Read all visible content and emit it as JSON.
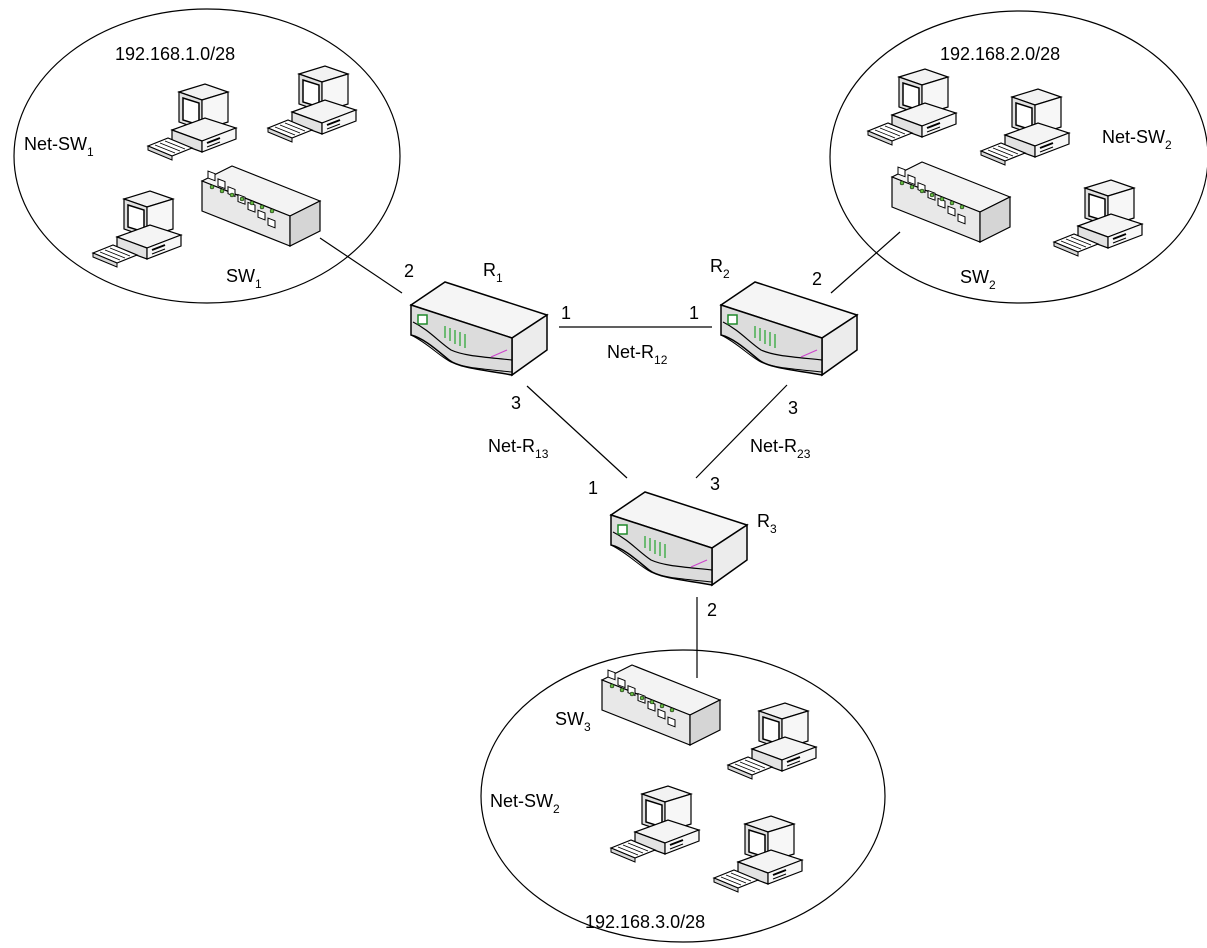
{
  "networks": {
    "net1": {
      "subnet": "192.168.1.0/28",
      "name": "Net-SW",
      "name_sub": "1",
      "switch": "SW",
      "switch_sub": "1"
    },
    "net2": {
      "subnet": "192.168.2.0/28",
      "name": "Net-SW",
      "name_sub": "2",
      "switch": "SW",
      "switch_sub": "2"
    },
    "net3": {
      "subnet": "192.168.3.0/28",
      "name": "Net-SW",
      "name_sub": "2",
      "switch": "SW",
      "switch_sub": "3"
    }
  },
  "routers": {
    "r1": {
      "label": "R",
      "sub": "1"
    },
    "r2": {
      "label": "R",
      "sub": "2"
    },
    "r3": {
      "label": "R",
      "sub": "3"
    }
  },
  "links": {
    "r12": {
      "label": "Net-R",
      "sub": "12",
      "port_a": "1",
      "port_b": "1"
    },
    "r13": {
      "label": "Net-R",
      "sub": "13",
      "port_a": "3",
      "port_b": "1"
    },
    "r23": {
      "label": "Net-R",
      "sub": "23",
      "port_a": "3",
      "port_b": "3"
    },
    "sw1_r1": {
      "port": "2"
    },
    "sw2_r2": {
      "port": "2"
    },
    "sw3_r3": {
      "port": "2"
    }
  }
}
